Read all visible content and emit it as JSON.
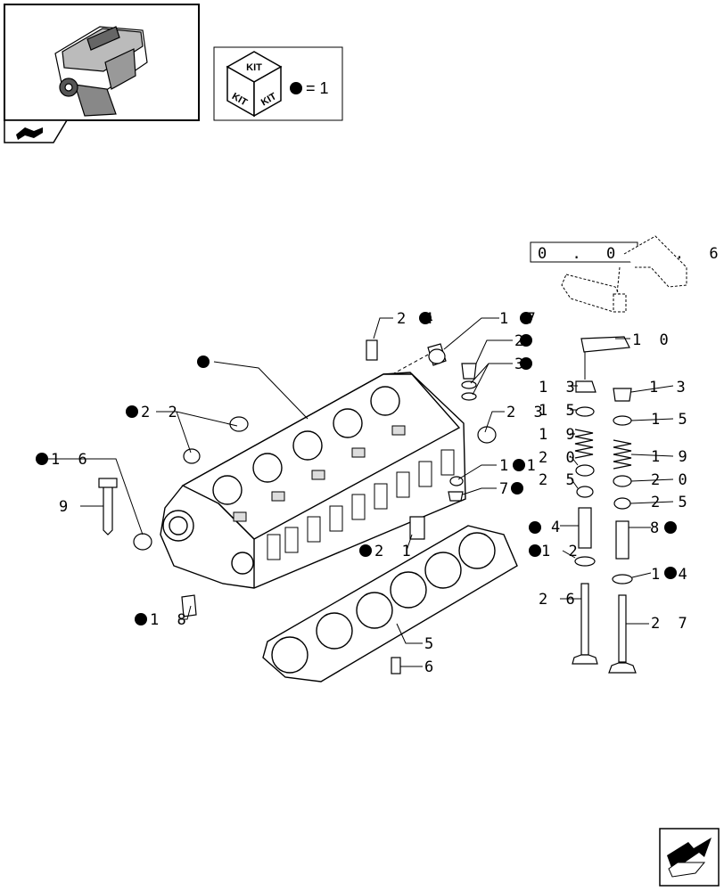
{
  "kit_box": {
    "kit_label": "KIT",
    "equals_text": "= 1"
  },
  "reference": {
    "text": "0 . 0 6 . 6"
  },
  "labels": {
    "l24": "2 4",
    "l17": "1 7",
    "l2": "2",
    "l3": "3",
    "l10": "1 0",
    "l13a": "1 3",
    "l13b": "1 3",
    "l15a": "1 5",
    "l15b": "1 5",
    "l19a": "1 9",
    "l19b": "1 9",
    "l20a": "2 0",
    "l20b": "2 0",
    "l25a": "2 5",
    "l25b": "2 5",
    "l4": "4",
    "l8": "8",
    "l12": "1 2",
    "l14": "1 4",
    "l26": "2 6",
    "l27": "2 7",
    "l22": "2 2",
    "l23": "2 3",
    "l16": "1 6",
    "l9": "9",
    "l11": "1 1",
    "l7": "7",
    "l21": "2 1",
    "l18": "1 8",
    "l5": "5",
    "l6": "6"
  },
  "icons": [
    "engine-thumbnail-icon",
    "kit-cube-icon",
    "book-nav-icon",
    "next-page-arrow-icon"
  ]
}
